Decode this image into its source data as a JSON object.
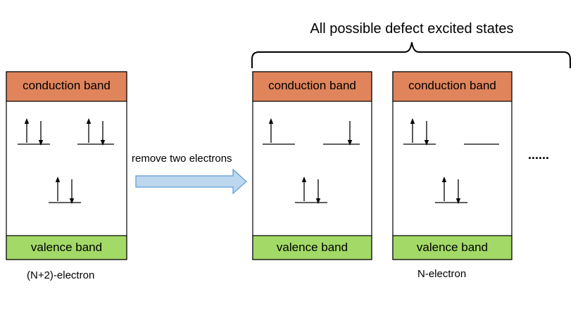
{
  "title": "All possible defect excited states",
  "arrow_label": "remove two electrons",
  "ellipsis": "......",
  "colors": {
    "conduction_band": "#e0845c",
    "valence_band": "#a3d967",
    "arrow_fill": "#bdd7ee",
    "arrow_stroke": "#5b9bd5"
  },
  "panels": [
    {
      "id": "left",
      "conduction_label": "conduction band",
      "valence_label": "valence band",
      "levels": [
        {
          "pos": "top-left",
          "electrons": [
            "up",
            "down"
          ]
        },
        {
          "pos": "top-right",
          "electrons": [
            "up",
            "down"
          ]
        },
        {
          "pos": "bottom",
          "electrons": [
            "up",
            "down"
          ]
        }
      ]
    },
    {
      "id": "middle",
      "conduction_label": "conduction band",
      "valence_label": "valence band",
      "levels": [
        {
          "pos": "top-left",
          "electrons": [
            "up"
          ]
        },
        {
          "pos": "top-right",
          "electrons": [
            "down"
          ]
        },
        {
          "pos": "bottom",
          "electrons": [
            "up",
            "down"
          ]
        }
      ]
    },
    {
      "id": "right",
      "conduction_label": "conduction band",
      "valence_label": "valence band",
      "levels": [
        {
          "pos": "top-left",
          "electrons": [
            "up",
            "down"
          ]
        },
        {
          "pos": "top-right",
          "electrons": []
        },
        {
          "pos": "bottom",
          "electrons": [
            "up",
            "down"
          ]
        }
      ]
    }
  ],
  "captions": {
    "left": "(N+2)-electron",
    "right": "N-electron"
  }
}
